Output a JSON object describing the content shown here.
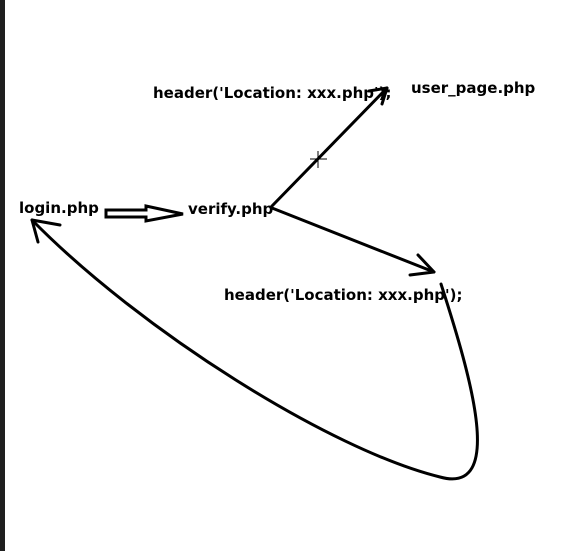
{
  "diagram": {
    "nodes": {
      "login": "login.php",
      "verify": "verify.php",
      "user_page": "user_page.php"
    },
    "edge_labels": {
      "to_user_page": "header('Location: xxx.php');",
      "to_failure": "header('Location: xxx.php');"
    },
    "colors": {
      "stroke": "#000000",
      "background": "#ffffff",
      "window_edge": "#1f1f1f"
    },
    "cursor_icon": "crosshair-cursor-icon"
  }
}
